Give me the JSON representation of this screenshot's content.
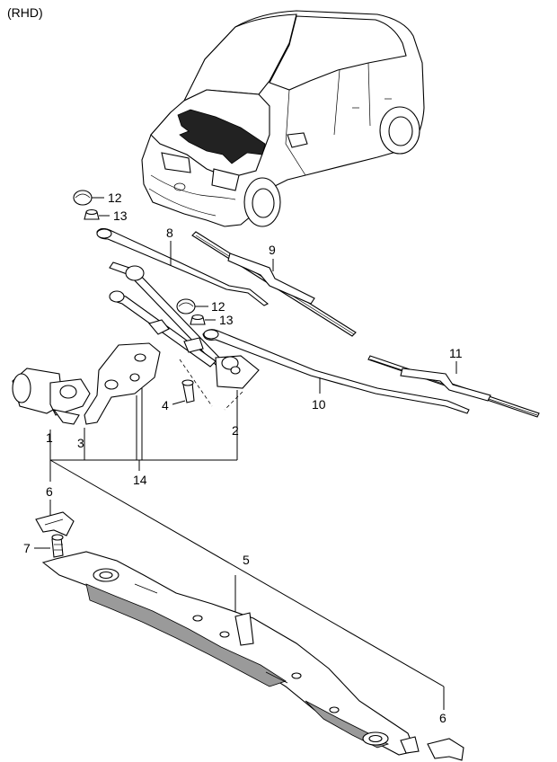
{
  "variant_label": "(RHD)",
  "callouts": {
    "c1": "1",
    "c2": "2",
    "c3": "3",
    "c4": "4",
    "c5": "5",
    "c6a": "6",
    "c6b": "6",
    "c7": "7",
    "c8": "8",
    "c9": "9",
    "c10": "10",
    "c11": "11",
    "c12a": "12",
    "c12b": "12",
    "c13a": "13",
    "c13b": "13",
    "c14": "14"
  }
}
